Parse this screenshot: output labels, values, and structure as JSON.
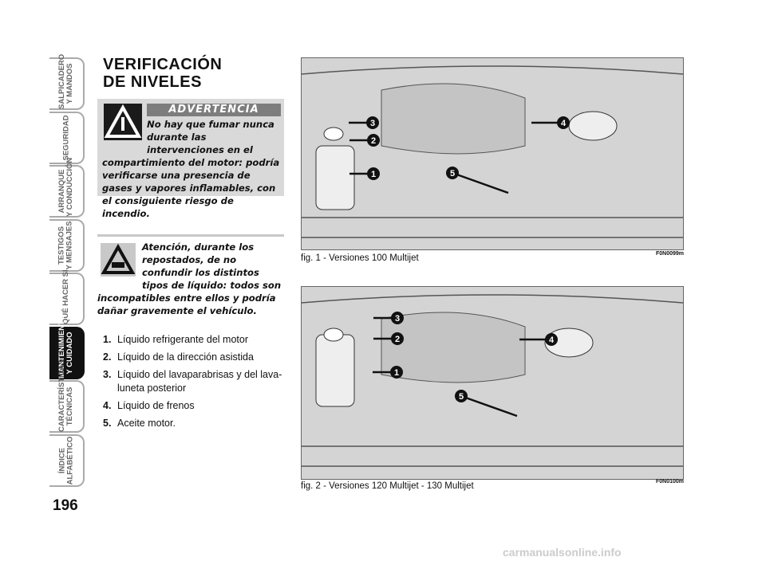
{
  "tabs": [
    {
      "label": "SALPICADERO\nY MANDOS",
      "active": false
    },
    {
      "label": "SEGURIDAD",
      "active": false
    },
    {
      "label": "ARRANQUE\nY CONDUCCIÓN",
      "active": false
    },
    {
      "label": "TESTIGOS\nY MENSAJES",
      "active": false
    },
    {
      "label": "QUÉ HACER SI",
      "active": false
    },
    {
      "label": "MANTENIMIENTO\nY CUIDADO",
      "active": true
    },
    {
      "label": "CARACTERÍSTICAS\nTÉCNICAS",
      "active": false
    },
    {
      "label": "ÍNDICE\nALFABÉTICO",
      "active": false
    }
  ],
  "page_number": "196",
  "title": "VERIFICACIÓN\nDE NIVELES",
  "warning": {
    "header": "ADVERTENCIA",
    "text": "No hay que fumar nunca durante las intervenciones en el compartimiento del motor: podría verificarse una presencia de gases y vapores inflamables, con el consiguiente riesgo de incendio.",
    "icon": "warning-triangle-icon"
  },
  "attention": {
    "text": "Atención, durante los repostados, de no confundir los distintos tipos de líquido: todos son incompatibles entre ellos y podría dañar gravemente el vehículo.",
    "icon": "vehicle-warning-icon"
  },
  "items": [
    {
      "num": "1.",
      "text": "Líquido refrigerante del motor"
    },
    {
      "num": "2.",
      "text": "Líquido de la dirección asistida"
    },
    {
      "num": "3.",
      "text": "Líquido del lavaparabrisas y del lava-luneta posterior"
    },
    {
      "num": "4.",
      "text": "Líquido de frenos"
    },
    {
      "num": "5.",
      "text": "Aceite motor."
    }
  ],
  "figures": [
    {
      "caption": "fig. 1 - Versiones 100 Multijet",
      "code": "F0N0099m",
      "callouts": [
        "1",
        "2",
        "3",
        "4",
        "5"
      ]
    },
    {
      "caption": "fig. 2 - Versiones 120 Multijet - 130 Multijet",
      "code": "F0N0100m",
      "callouts": [
        "1",
        "2",
        "3",
        "4",
        "5"
      ]
    }
  ],
  "watermark": "carmanualsonline.info"
}
